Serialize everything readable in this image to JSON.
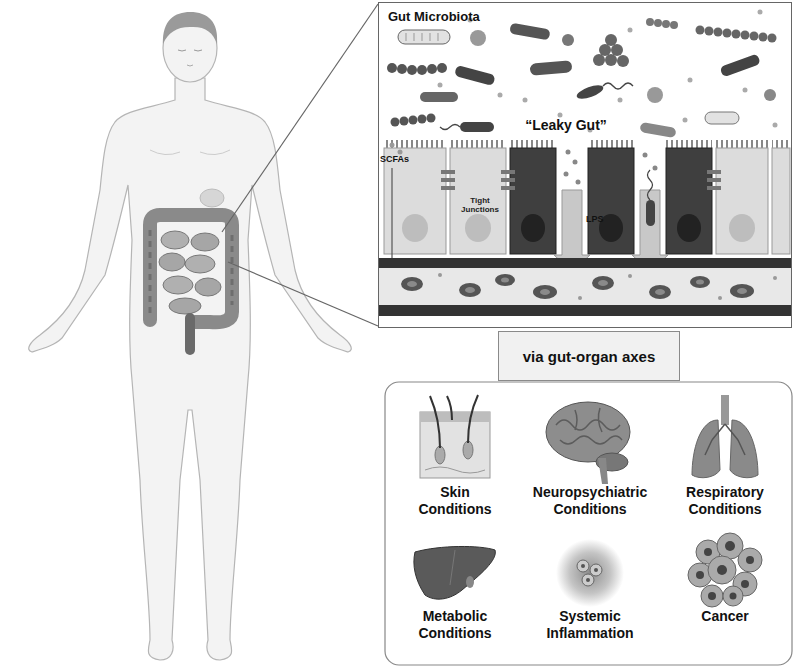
{
  "diagram": {
    "nodes": [
      {
        "text": [
          "Gut Microbiota"
        ]
      },
      {
        "text": [
          "via gut-organ axes"
        ]
      },
      {
        "text": [
          "Skin Conditions"
        ]
      },
      {
        "text": [
          "Neuropsychiatric Conditions"
        ]
      },
      {
        "text": [
          "Respiratory Conditions"
        ]
      },
      {
        "text": [
          "Metabolic Conditions"
        ]
      },
      {
        "text": [
          "Systemic Inflammation"
        ]
      },
      {
        "text": [
          "Cancer"
        ]
      }
    ],
    "labels": [
      "“Leaky Gut”",
      "SCFAs",
      "Tight Junctions",
      "LPS"
    ]
  }
}
